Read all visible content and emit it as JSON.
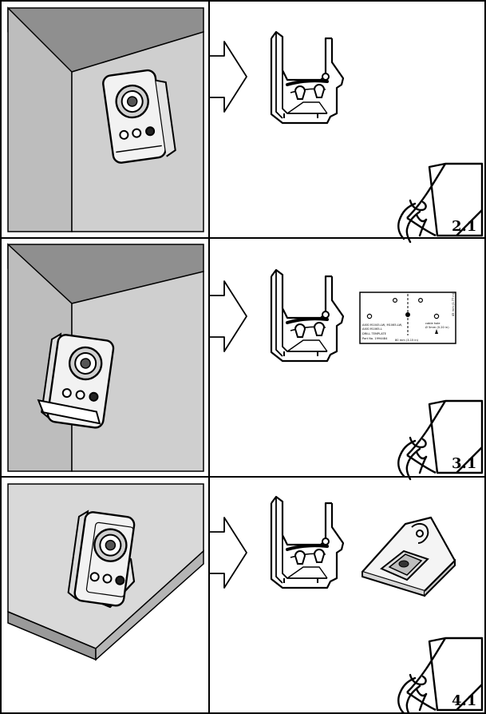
{
  "page": {
    "step_refs": [
      "2.1",
      "3.1",
      "4.1"
    ],
    "drill_template": {
      "models_line_1": "AXIS M1045-LW, M1065-LW,",
      "models_line_2": "AXIS M1065-L",
      "title": "DRILL TEMPLATE",
      "part_no": "Part No. 1994484",
      "hole_note_1": "cable hole",
      "hole_note_2": "Ø 5mm (0.20 in)",
      "dim_horizontal": "80 mm (3.15 in)",
      "dim_vertical": "45 mm (1.77 in)"
    }
  },
  "colors": {
    "ceiling_dark": "#8f8f8f",
    "wall_mid": "#bdbdbd",
    "floor_light": "#d9d9d9",
    "line": "#000000"
  }
}
